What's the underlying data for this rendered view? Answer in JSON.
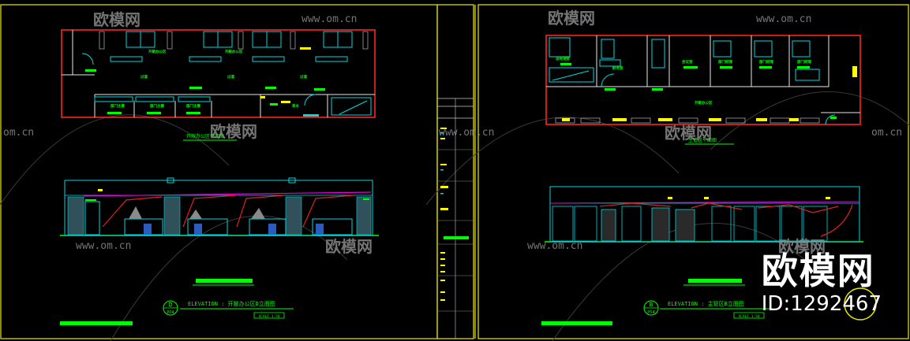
{
  "watermark": {
    "brand_cn": "欧模网",
    "site": "www.om.cn",
    "site_short": "om.cn",
    "item_id": "ID:1292467"
  },
  "sheets": [
    {
      "plan_title": "开敞办公区平面图",
      "elevation_mark": {
        "letter": "D",
        "sheet": "P04"
      },
      "elevation_label": "ELEVATION : 开敞办公区D立面图",
      "scale_label": "SCALE 1:50",
      "room_labels": [
        "开敞办公区",
        "开敞办公区",
        "过道",
        "过道",
        "过道",
        "部门主管",
        "部门主管",
        "部门主管",
        "茶水"
      ]
    },
    {
      "plan_title": "主管区平面图",
      "elevation_mark": {
        "letter": "B",
        "sheet": "P04"
      },
      "elevation_label": "ELEVATION : 主管区B立面图",
      "scale_label": "SCALE 1:50",
      "room_labels": [
        "总经理室",
        "财务室",
        "会议室",
        "部门经理",
        "部门经理",
        "部门经理",
        "开敞办公区"
      ]
    }
  ],
  "colors": {
    "background": "#000000",
    "frame": "#e8e800",
    "wall_red": "#e02020",
    "cyan": "#00d8e0",
    "green": "#00ff00",
    "yellow": "#ffff00",
    "magenta": "#e000e0",
    "watermark_gray": "#8a8a8a"
  }
}
